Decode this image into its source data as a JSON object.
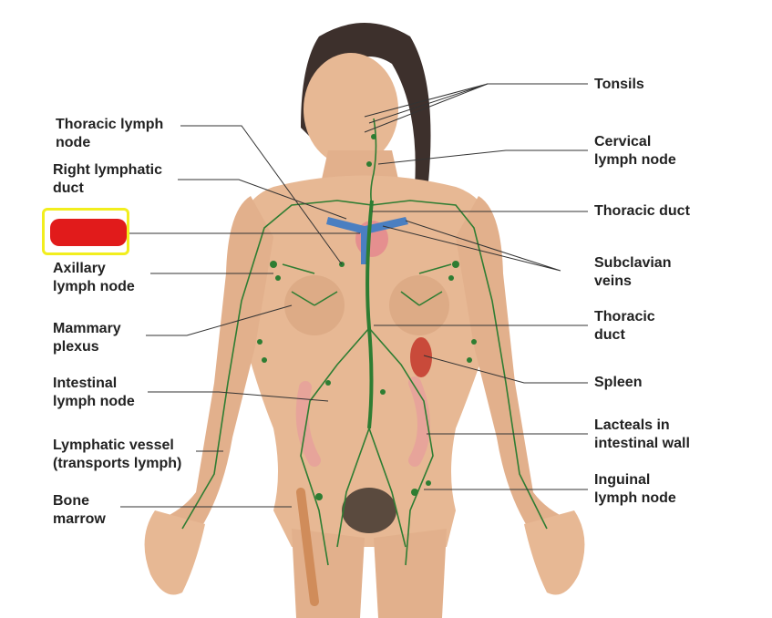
{
  "labels_left": [
    {
      "id": "thoracic-lymph-node",
      "text": "Thoracic lymph\nnode"
    },
    {
      "id": "right-lymphatic-duct",
      "text": "Right lymphatic\nduct"
    },
    {
      "id": "axillary-lymph-node",
      "text": "Axillary\nlymph node"
    },
    {
      "id": "mammary-plexus",
      "text": "Mammary\nplexus"
    },
    {
      "id": "intestinal-lymph-node",
      "text": "Intestinal\nlymph node"
    },
    {
      "id": "lymphatic-vessel",
      "text": "Lymphatic vessel\n(transports lymph)"
    },
    {
      "id": "bone-marrow",
      "text": "Bone\nmarrow"
    }
  ],
  "labels_right": [
    {
      "id": "tonsils",
      "text": "Tonsils"
    },
    {
      "id": "cervical-lymph-node",
      "text": "Cervical\nlymph node"
    },
    {
      "id": "thoracic-duct-upper",
      "text": "Thoracic duct"
    },
    {
      "id": "subclavian-veins",
      "text": "Subclavian\nveins"
    },
    {
      "id": "thoracic-duct-lower",
      "text": "Thoracic\nduct"
    },
    {
      "id": "spleen",
      "text": "Spleen"
    },
    {
      "id": "lacteals",
      "text": "Lacteals in\nintestinal wall"
    },
    {
      "id": "inguinal-lymph-node",
      "text": "Inguinal\nlymph node"
    }
  ],
  "colors": {
    "skin": "#e7b894",
    "skin_shadow": "#d49b74",
    "hair": "#3d302c",
    "lymph": "#2e7d32",
    "vein": "#4a7fc1",
    "gland": "#e58f8f",
    "spleen": "#c94a3a",
    "leader_line": "#333333",
    "highlight": "#f2ee1e",
    "redact": "#e11b1b"
  }
}
